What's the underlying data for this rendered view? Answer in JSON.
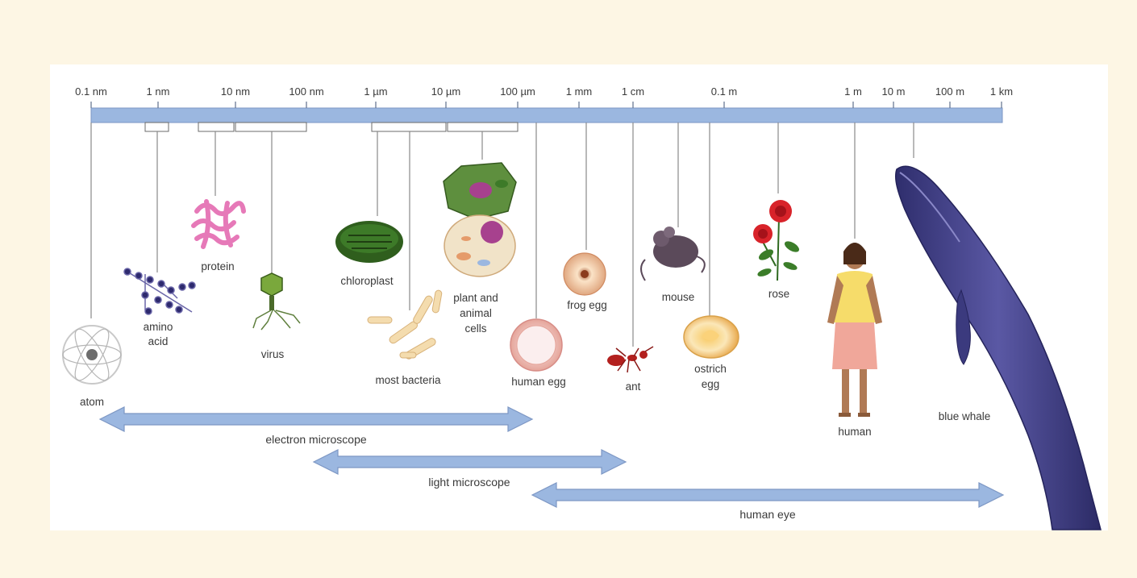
{
  "scale": {
    "ticks": [
      "0.1 nm",
      "1 nm",
      "10 nm",
      "100 nm",
      "1 µm",
      "10 µm",
      "100 µm",
      "1 mm",
      "1 cm",
      "0.1 m",
      "1 m",
      "10 m",
      "100 m",
      "1 km"
    ],
    "bar_color": "#9bb7e0"
  },
  "items": {
    "atom": "atom",
    "amino_acid_1": "amino",
    "amino_acid_2": "acid",
    "protein": "protein",
    "virus": "virus",
    "chloroplast": "chloroplast",
    "most_bacteria": "most bacteria",
    "cells_1": "plant and",
    "cells_2": "animal",
    "cells_3": "cells",
    "human_egg": "human egg",
    "frog_egg": "frog egg",
    "ant": "ant",
    "mouse": "mouse",
    "ostrich_egg_1": "ostrich",
    "ostrich_egg_2": "egg",
    "rose": "rose",
    "human": "human",
    "blue_whale": "blue whale"
  },
  "ranges": {
    "electron": "electron microscope",
    "light": "light microscope",
    "eye": "human eye",
    "arrow_color": "#9bb7e0"
  },
  "colors": {
    "background": "#fdf6e4",
    "whale": "#4b4a8f",
    "protein": "#e679b8",
    "chloroplast": "#2f5e1d",
    "rose": "#d8232a",
    "human_shirt": "#f6dc6a",
    "human_skirt": "#f0a79a"
  }
}
